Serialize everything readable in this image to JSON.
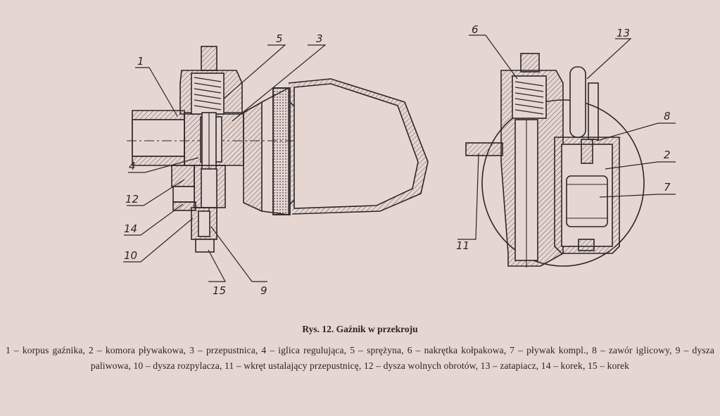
{
  "figure": {
    "title": "Rys. 12. Gaźnik w przekroju",
    "legend_text": "1 – korpus gaźnika, 2 – komora pływakowa, 3 – przepustnica, 4 – iglica regulująca, 5 – sprężyna, 6 – nakrętka kołpakowa, 7 – pływak kompl., 8 – zawór iglicowy, 9 – dysza paliwowa, 10 – dysza rozpylacza, 11 – wkręt ustalający przepustnicę, 12 – dysza wolnych obrotów, 13 – zatapiacz, 14 – korek, 15 – korek"
  },
  "callouts": {
    "c1": "1",
    "c2": "2",
    "c3": "3",
    "c4": "4",
    "c5": "5",
    "c6": "6",
    "c7": "7",
    "c8": "8",
    "c9": "9",
    "c10": "10",
    "c11": "11",
    "c12": "12",
    "c13": "13",
    "c14": "14",
    "c15": "15"
  },
  "colors": {
    "paper": "#e6d6d2",
    "ink": "#2c2628",
    "hatch": "#6a5f60"
  }
}
